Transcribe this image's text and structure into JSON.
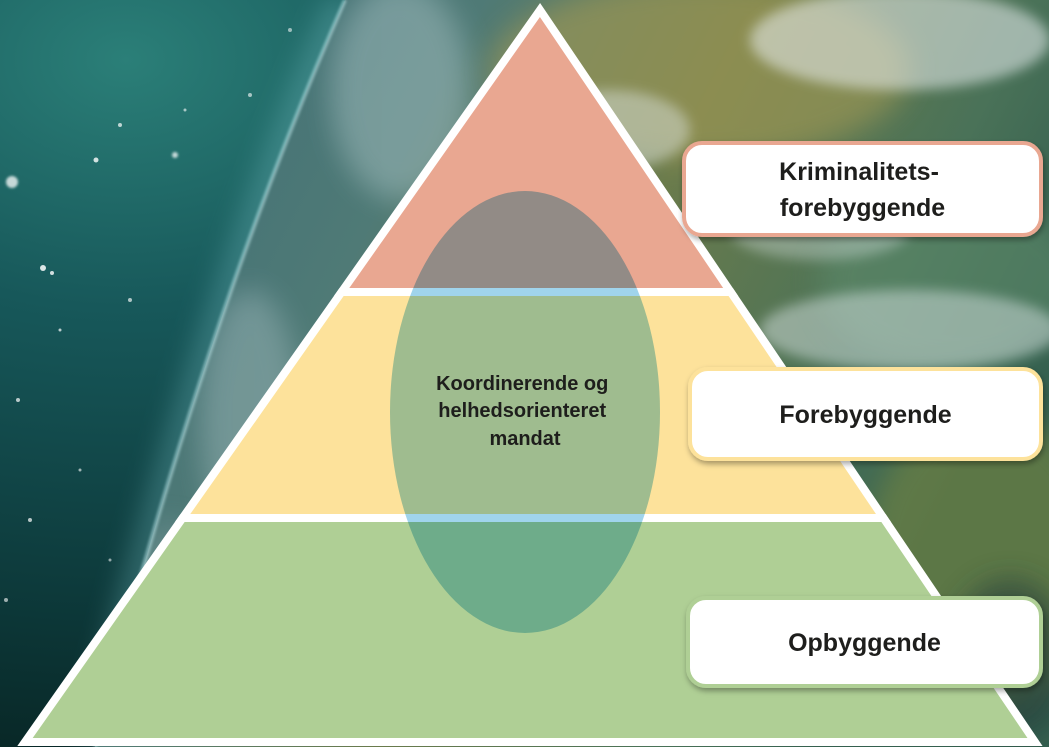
{
  "layers": [
    {
      "color": "#E9A791",
      "label": [
        "Kriminalitets-",
        "forebyggende"
      ]
    },
    {
      "color": "#FDE29B",
      "label": [
        "Forebyggende"
      ]
    },
    {
      "color": "#AFCF95",
      "label": [
        "Opbyggende"
      ]
    }
  ],
  "overlay": {
    "color": "#A0D4EC",
    "label": [
      "Koordinerende og",
      "helhedsorienteret",
      "mandat"
    ]
  }
}
